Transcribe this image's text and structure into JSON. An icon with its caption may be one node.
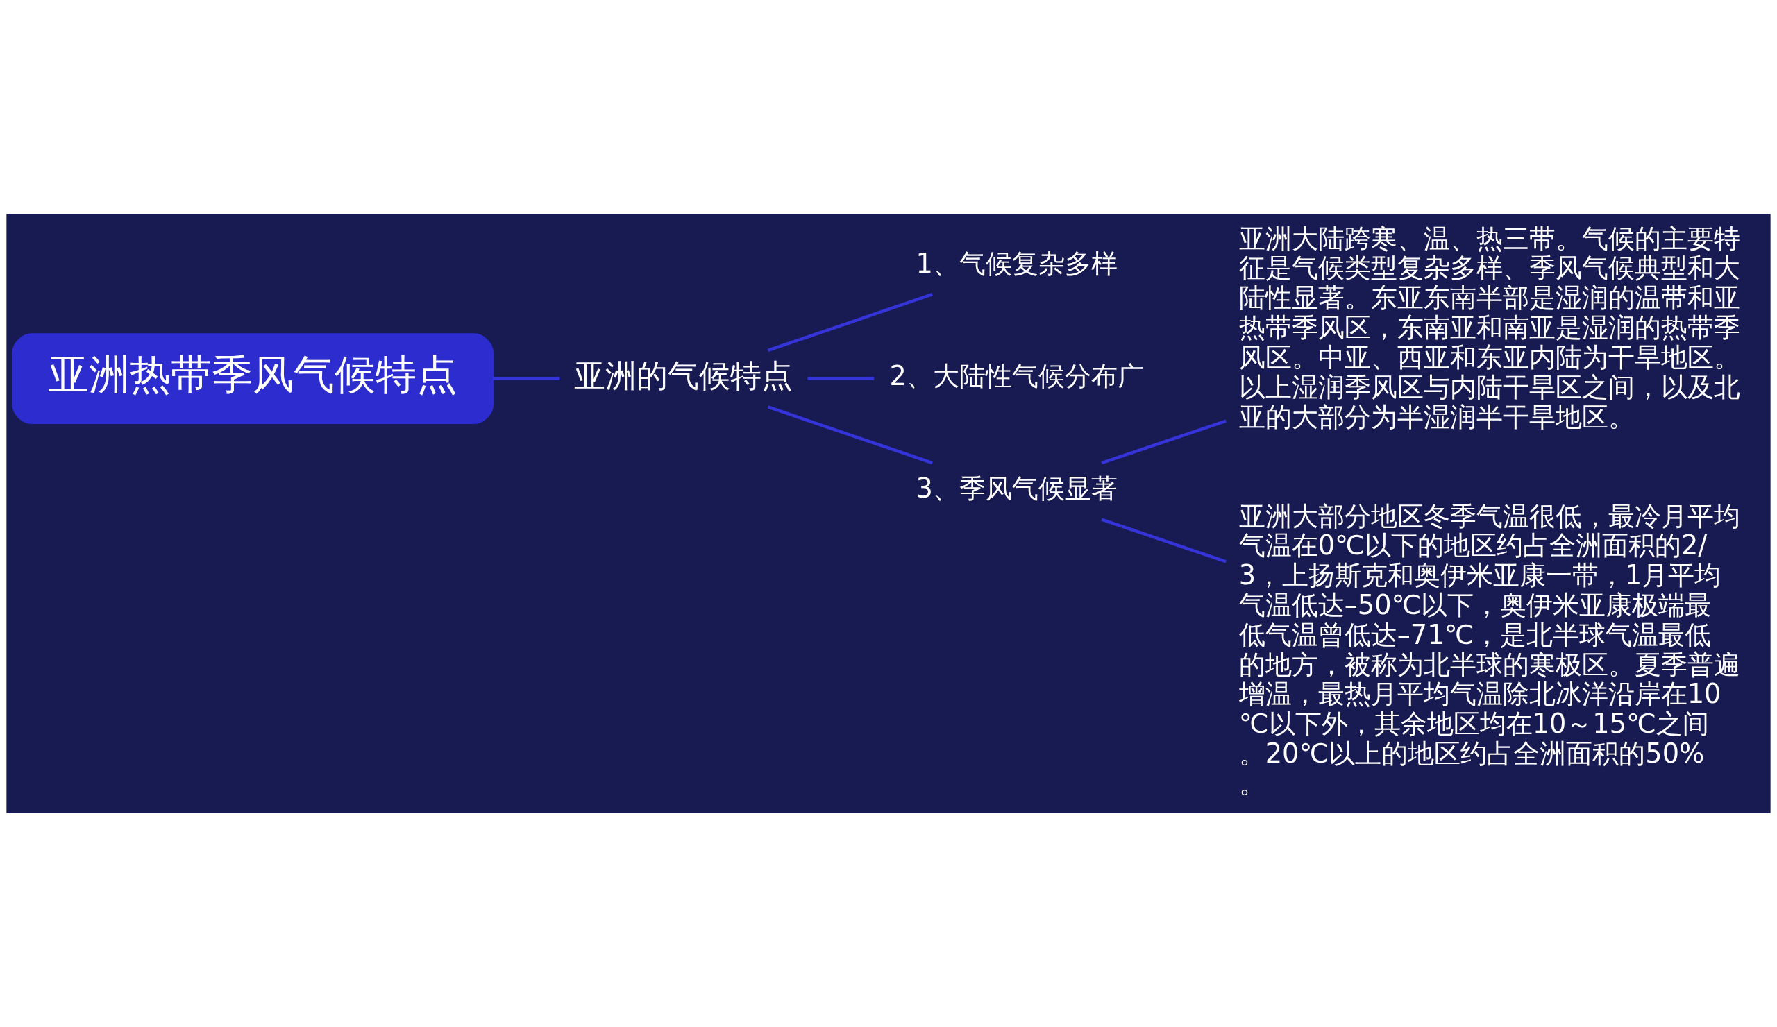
{
  "diagram": {
    "nodes": [
      {
        "text": [
          "亚洲热带季风气候特点"
        ]
      },
      {
        "text": [
          "亚洲的气候特点"
        ]
      },
      {
        "text": [
          "1、气候复杂多样"
        ]
      },
      {
        "text": [
          "2、大陆性气候分布广"
        ]
      },
      {
        "text": [
          "3、季风气候显著"
        ]
      },
      {
        "text": [
          "亚洲大陆跨寒、温、热三带。气候的主要特征是气候类型复杂多样、季风气候典型和大陆性显著。东亚东南半部是湿润的温带和亚热带季风区，东南亚和南亚是湿润的热带季风区。中亚、西亚和东亚内陆为干旱地区。以上湿润季风区与内陆干旱区之间，以及北亚的大部分为半湿润半干旱地区。"
        ]
      },
      {
        "text": [
          "亚洲大部分地区冬季气温很低，最冷月平均气温在0℃以下的地区约占全洲面积的2/3，上扬斯克和奥伊米亚康一带，1月平均气温低达–50℃以下，奥伊米亚康极端最低气温曾低达–71℃，是北半球气温最低的地方，被称为北半球的寒极区。夏季普遍增温，最热月平均气温除北冰洋沿岸在10℃以下外，其余地区均在10～15℃之间。20℃以上的地区约占全洲面积的50%。"
        ]
      }
    ],
    "edges": [
      {
        "from": 0,
        "to": 1,
        "arrow": "none"
      },
      {
        "from": 1,
        "to": 2,
        "arrow": "none"
      },
      {
        "from": 1,
        "to": 3,
        "arrow": "none"
      },
      {
        "from": 1,
        "to": 4,
        "arrow": "none"
      },
      {
        "from": 4,
        "to": 5,
        "arrow": "none"
      },
      {
        "from": 4,
        "to": 6,
        "arrow": "none"
      }
    ]
  }
}
